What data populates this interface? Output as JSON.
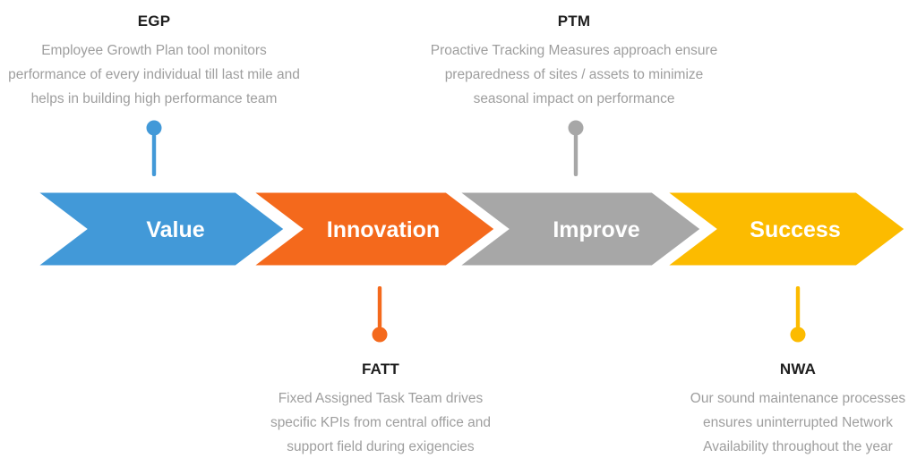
{
  "steps": [
    {
      "label": "Value",
      "color": "#4299D8"
    },
    {
      "label": "Innovation",
      "color": "#F4691C"
    },
    {
      "label": "Improve",
      "color": "#A7A7A7"
    },
    {
      "label": "Success",
      "color": "#FCBB00"
    }
  ],
  "callouts": {
    "egp": {
      "title": "EGP",
      "color": "#4299D8",
      "lines": [
        "Employee Growth Plan tool monitors",
        "performance of every individual till last mile and",
        "helps in building high performance team"
      ]
    },
    "ptm": {
      "title": "PTM",
      "color": "#A7A7A7",
      "lines": [
        "Proactive Tracking Measures approach ensure",
        "preparedness of sites / assets to minimize",
        "seasonal impact on performance"
      ]
    },
    "fatt": {
      "title": "FATT",
      "color": "#F4691C",
      "lines": [
        "Fixed Assigned Task Team drives",
        "specific KPIs from central office and",
        "support field during exigencies"
      ]
    },
    "nwa": {
      "title": "NWA",
      "color": "#FCBB00",
      "lines": [
        "Our sound maintenance processes",
        "ensures uninterrupted Network",
        "Availability throughout the year"
      ]
    }
  }
}
